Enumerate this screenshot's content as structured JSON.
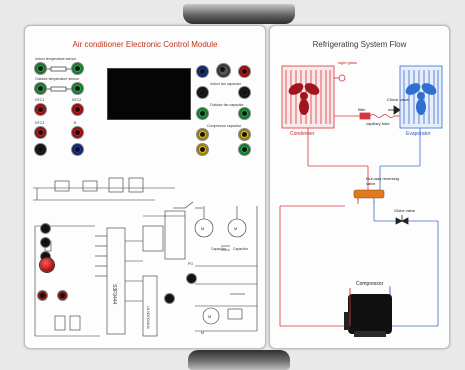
{
  "left_panel": {
    "title": "Air conditioner Electronic Control Module",
    "labels": [
      "Indoor temperature sensor",
      "Outdoor temperature sensor",
      "NTC1",
      "NTC2",
      "NTC3",
      "B",
      "Indoor fan capacitor",
      "Outdoor fan capacitor",
      "Compressor capacitor",
      "Capacitor",
      "Capacitor",
      "PG",
      "M"
    ],
    "ic_labels": [
      "S3F9444",
      "ULN2003AN"
    ]
  },
  "right_panel": {
    "title": "Refrigerating System Flow",
    "labels": {
      "sight_glass": "sight glass",
      "condenser": "Condenser",
      "evaporator": "Evaporator",
      "filter": "filter",
      "capillary": "capillary tube",
      "check_valve": "Check valve",
      "four_way": "four-way reversing valve",
      "globe_valve": "Globe valve",
      "compressor": "Compressor"
    }
  },
  "colors": {
    "title_red": "#c4321b",
    "refrigerant_red": "#d8343b",
    "refrigerant_blue": "#3d6cd0",
    "fan_red": "#a0161f",
    "fan_blue": "#2f6fd0"
  },
  "icons": [
    "handle-icon",
    "fan-icon",
    "compressor-icon",
    "valve-icon"
  ]
}
